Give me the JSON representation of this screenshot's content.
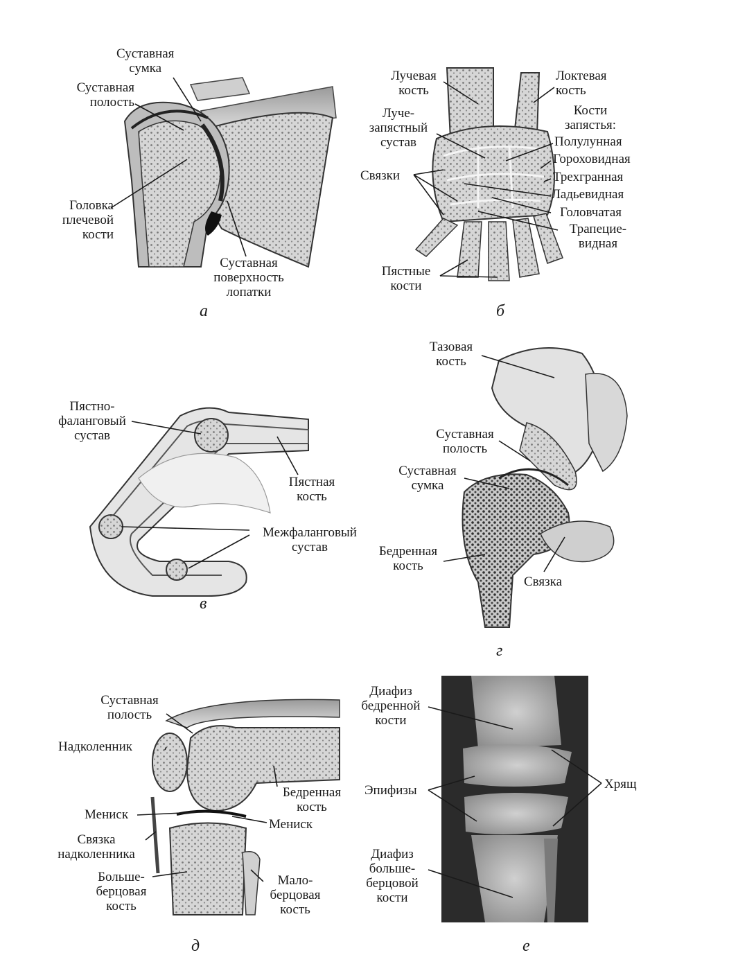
{
  "panels": {
    "a": {
      "caption": "а",
      "labels": {
        "capsule": "Суставная\nсумка",
        "cavity": "Суставная\nполость",
        "head": "Головка\nплечевой\nкости",
        "surface": "Суставная\nповерхность\nлопатки"
      }
    },
    "b": {
      "caption": "б",
      "labels": {
        "radius": "Лучевая\nкость",
        "ulna": "Локтевая\nкость",
        "wrist_joint": "Луче-\nзапястный\nсустав",
        "carpals_heading": "Кости\nзапястья:",
        "lunate": "Полулунная",
        "pisiform": "Гороховидная",
        "triquetrum": "Трехгранная",
        "ligaments": "Связки",
        "scaphoid": "Ладьевидная",
        "capitate": "Головчатая",
        "trapezium": "Трапецие-\nвидная",
        "metacarpals": "Пястные\nкости"
      }
    },
    "v": {
      "caption": "в",
      "labels": {
        "mcp_joint": "Пястно-\nфаланговый\nсустав",
        "metacarpal": "Пястная\nкость",
        "ip_joint": "Межфаланговый\nсустав"
      }
    },
    "g": {
      "caption": "г",
      "labels": {
        "pelvis": "Тазовая\nкость",
        "cavity": "Суставная\nполость",
        "capsule": "Суставная\nсумка",
        "femur": "Бедренная\nкость",
        "ligament": "Связка"
      }
    },
    "d": {
      "caption": "д",
      "labels": {
        "cavity": "Суставная\nполость",
        "patella": "Надколенник",
        "femur": "Бедренная\nкость",
        "meniscus_left": "Мениск",
        "meniscus_right": "Мениск",
        "patellar_ligament": "Связка\nнадколенника",
        "tibia": "Больше-\nберцовая\nкость",
        "fibula": "Мало-\nберцовая\nкость"
      }
    },
    "e": {
      "caption": "е",
      "labels": {
        "femur_shaft": "Диафиз\nбедренной\nкости",
        "epiphyses": "Эпифизы",
        "cartilage": "Хрящ",
        "tibia_shaft": "Диафиз\nбольше-\nберцовой\nкости"
      }
    }
  },
  "colors": {
    "bone": "#d9d9d9",
    "bone_dark": "#8c8c8c",
    "outline": "#3a3a3a",
    "xray_bg": "#2b2b2b",
    "xray_bone": "#bdbdbd"
  }
}
